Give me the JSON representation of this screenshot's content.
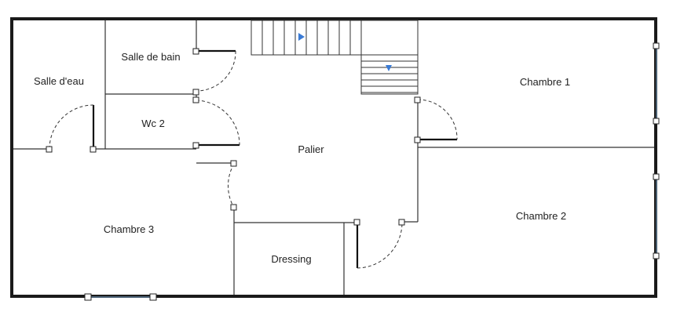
{
  "plan": {
    "rooms": [
      {
        "id": "salle-eau",
        "label": "Salle d'eau"
      },
      {
        "id": "salle-de-bain",
        "label": "Salle de bain"
      },
      {
        "id": "wc2",
        "label": "Wc 2"
      },
      {
        "id": "palier",
        "label": "Palier"
      },
      {
        "id": "chambre1",
        "label": "Chambre 1"
      },
      {
        "id": "chambre2",
        "label": "Chambre 2"
      },
      {
        "id": "chambre3",
        "label": "Chambre 3"
      },
      {
        "id": "dressing",
        "label": "Dressing"
      }
    ],
    "colors": {
      "wall": "#1a1a1a",
      "stair_arrow": "#3a7bd5",
      "window": "#6a8fb0"
    },
    "icons": [
      "stair-arrow-right-icon",
      "stair-arrow-down-icon"
    ]
  }
}
